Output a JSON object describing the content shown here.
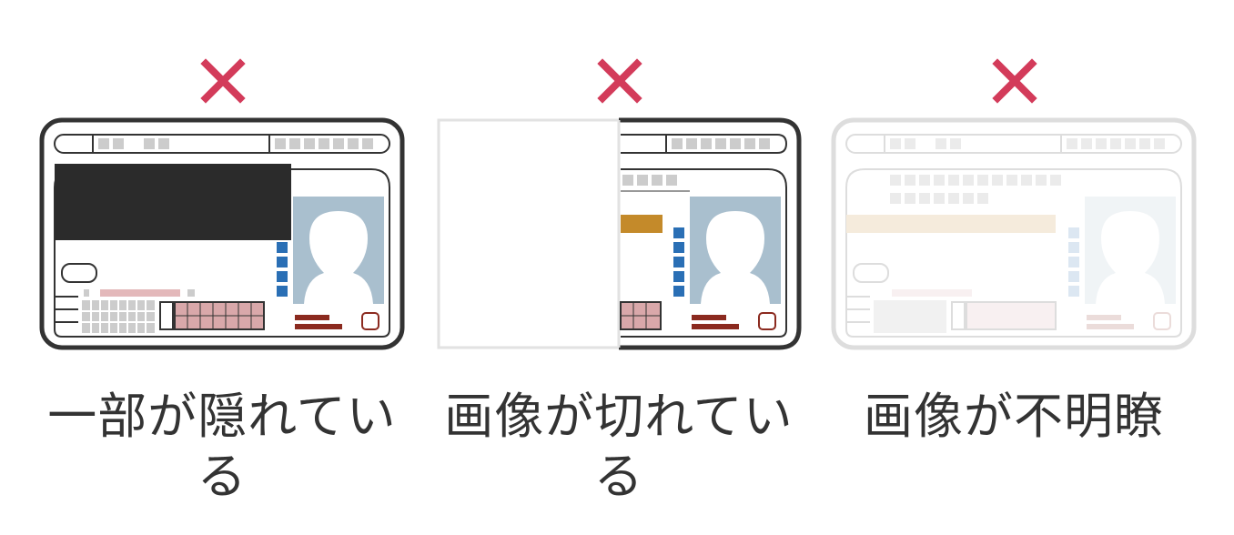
{
  "colors": {
    "mark": "#d33b5a",
    "ink": "#333333",
    "photo_bg": "#a9bfce",
    "blue_squares": "#2a6fb5",
    "stamp": "#8b2a1f",
    "pink_grid": "#d9a8aa",
    "gold_bar": "#c48a2a"
  },
  "panels": [
    {
      "caption": "一部が隠れている",
      "verdict_icon": "x-mark-icon",
      "issue": "partially-hidden"
    },
    {
      "caption": "画像が切れている",
      "verdict_icon": "x-mark-icon",
      "issue": "cropped"
    },
    {
      "caption": "画像が不明瞭",
      "verdict_icon": "x-mark-icon",
      "issue": "unclear"
    }
  ]
}
